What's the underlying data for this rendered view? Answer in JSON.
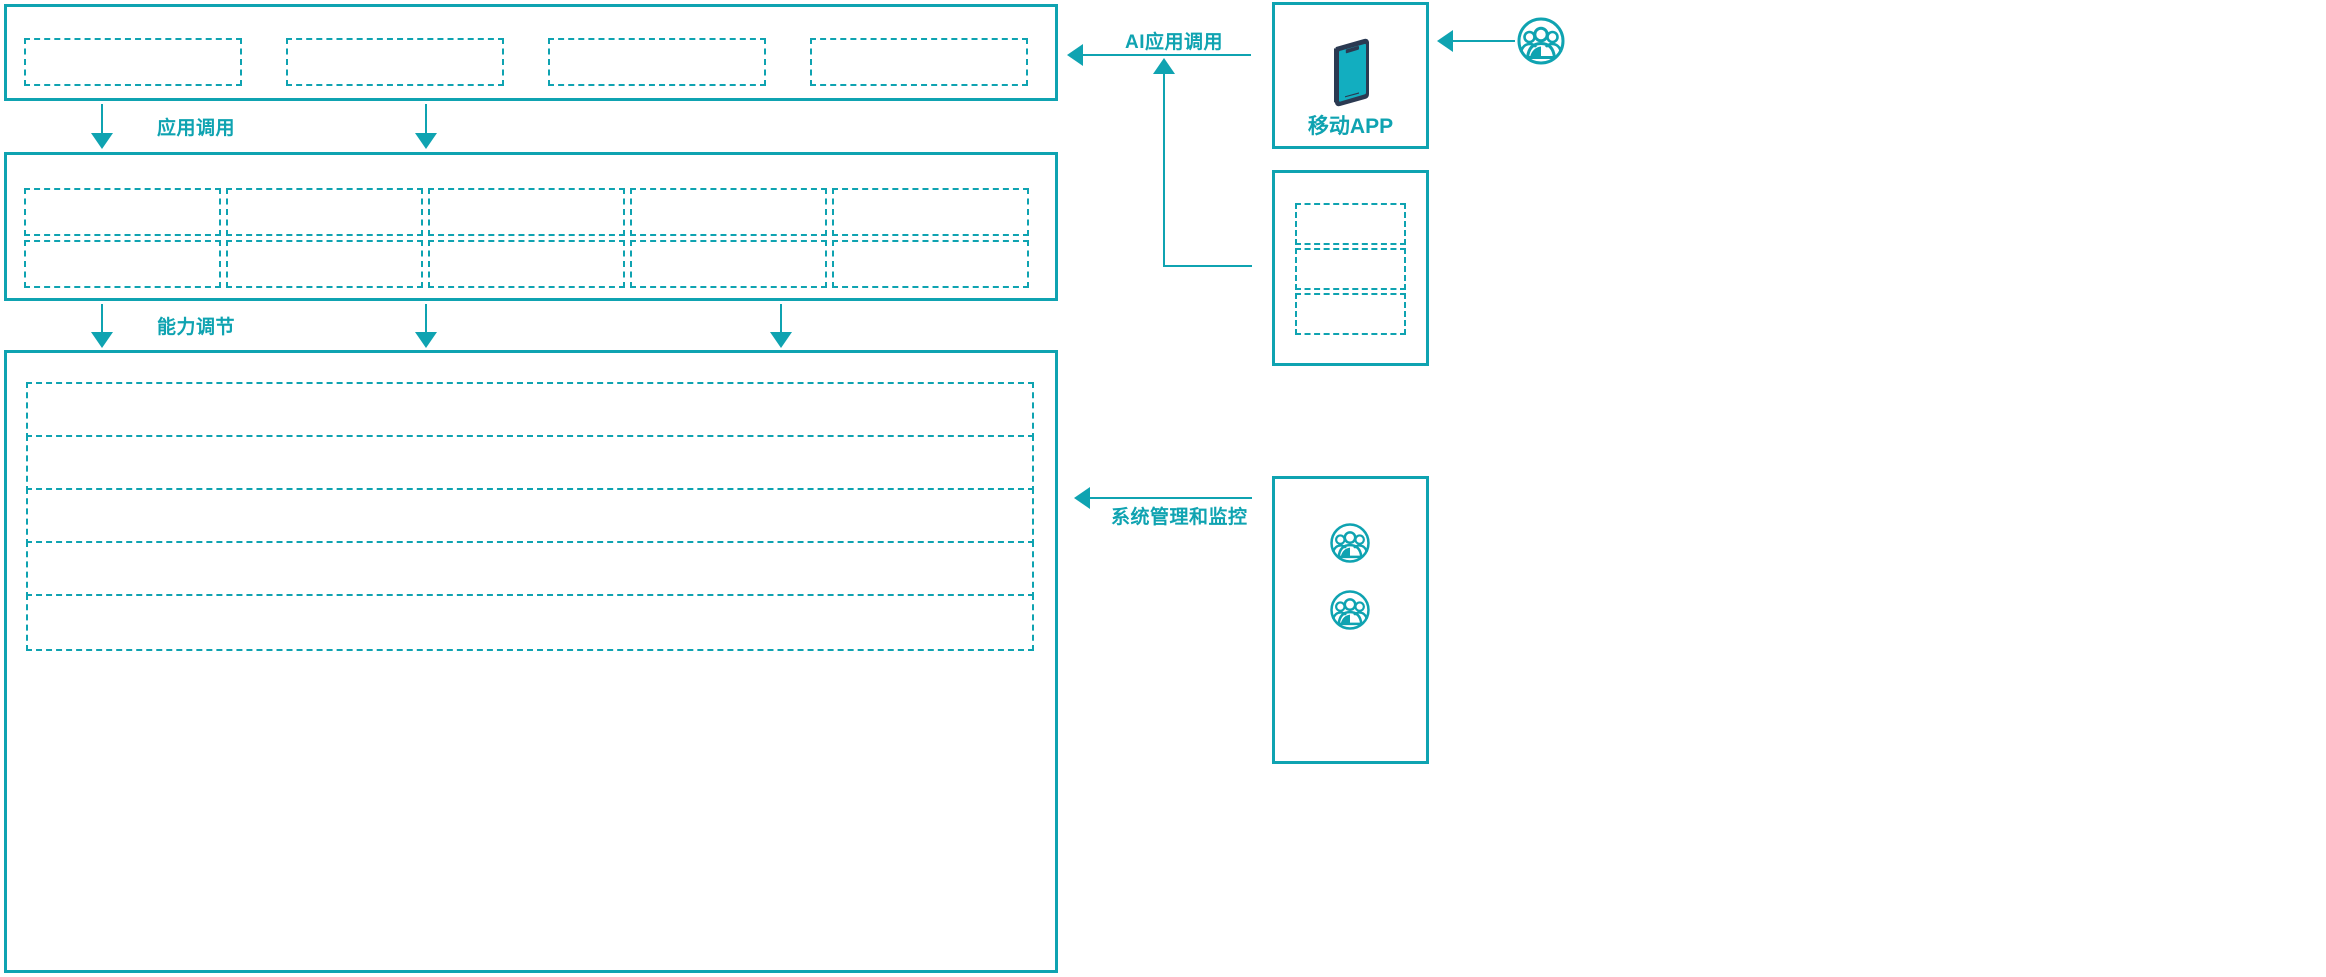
{
  "theme": {
    "accent": "#0FA3B1",
    "phone_frame": "#2B3A52",
    "phone_screen": "#12AEC0",
    "background": "#ffffff"
  },
  "diagram": {
    "type": "layered-architecture",
    "orientation": "left-stack-with-right-actors",
    "layers": [
      {
        "id": "application-layer",
        "role": "top band of application slots",
        "slot_count": 4,
        "slots": [
          {
            "label": ""
          },
          {
            "label": ""
          },
          {
            "label": ""
          },
          {
            "label": ""
          }
        ]
      },
      {
        "id": "capability-layer",
        "role": "middle band, 5 columns x 2 rows of capability slots",
        "columns": 5,
        "rows": 2,
        "slots": [
          {
            "label": ""
          },
          {
            "label": ""
          },
          {
            "label": ""
          },
          {
            "label": ""
          },
          {
            "label": ""
          },
          {
            "label": ""
          },
          {
            "label": ""
          },
          {
            "label": ""
          },
          {
            "label": ""
          },
          {
            "label": ""
          }
        ]
      },
      {
        "id": "platform-layer",
        "role": "bottom band, 5 full-width stacked rows",
        "slot_count": 5,
        "slots": [
          {
            "label": ""
          },
          {
            "label": ""
          },
          {
            "label": ""
          },
          {
            "label": ""
          },
          {
            "label": ""
          }
        ]
      }
    ],
    "flows": [
      {
        "id": "flow-app-call",
        "label": "应用调用",
        "direction": "down",
        "from": "application-layer",
        "to": "capability-layer"
      },
      {
        "id": "flow-capability",
        "label": "能力调节",
        "direction": "down",
        "from": "capability-layer",
        "to": "platform-layer"
      },
      {
        "id": "flow-ai-app-call",
        "label": "AI应用调用",
        "direction": "left",
        "from": "mobile-app-panel",
        "to": "application-layer"
      },
      {
        "id": "flow-sys-monitor",
        "label": "系统管理和监控",
        "direction": "left",
        "from": "operators-panel",
        "to": "platform-layer"
      }
    ],
    "right_panels": [
      {
        "id": "mobile-app-panel",
        "caption": "移动APP",
        "icon": "smartphone-icon",
        "slot_count": 0
      },
      {
        "id": "channel-panel",
        "caption": "",
        "icon": "",
        "slot_count": 3,
        "slots": [
          {
            "label": ""
          },
          {
            "label": ""
          },
          {
            "label": ""
          }
        ]
      },
      {
        "id": "operators-panel",
        "caption": "",
        "icon": "users-group-icon",
        "icon_count": 2,
        "slot_count": 0
      }
    ],
    "external_actors": [
      {
        "id": "end-user-actor",
        "icon": "users-group-icon",
        "label": "",
        "connects_to": "mobile-app-panel"
      }
    ]
  }
}
